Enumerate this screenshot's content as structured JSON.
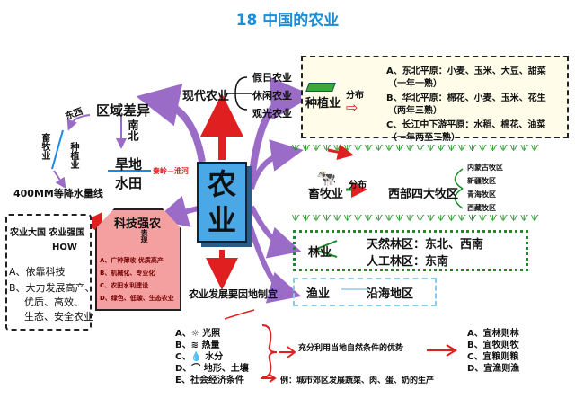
{
  "title": "18 中国的农业",
  "center": {
    "line1": "农",
    "line2": "业"
  },
  "region": {
    "title": "区域差异",
    "east_west": "东西",
    "south_north": "南北",
    "livestock": "畜牧业",
    "planting": "种植业",
    "isohyet": "400MM等降水量线",
    "dry": "旱地",
    "paddy": "水田",
    "divide": "秦岭—淮河"
  },
  "modern": {
    "title": "现代农业",
    "items": [
      "假日农业",
      "休闲农业",
      "观光农业"
    ]
  },
  "tech": {
    "title": "科技强农",
    "show": "表现",
    "items": [
      "A、广种薄收  优质高产",
      "B、机械化、专业化",
      "C、农田水利建设",
      "D、绿色、低碳、生态农业"
    ]
  },
  "strong": {
    "heading": "农业大国   农业强国",
    "how": "HOW",
    "a": "A、依靠科技",
    "b1": "B、大力发展高产、",
    "b2": "优质、高效、",
    "b3": "生态、安全农业"
  },
  "crop": {
    "title": "种植业",
    "dist": "分布",
    "items": [
      "A、东北平原：小麦、玉米、大豆、甜菜",
      "（一年一熟）",
      "B、华北平原：棉花、小麦、玉米、花生",
      "（两年三熟）",
      "C、长江中下游平原：水稻、棉花、油菜",
      "（一年两至三熟）"
    ]
  },
  "livestock": {
    "title": "畜牧业",
    "dist": "分布",
    "target": "西部四大牧区",
    "areas": [
      "内蒙古牧区",
      "新疆牧区",
      "青海牧区",
      "西藏牧区"
    ]
  },
  "forestry": {
    "title": "林业",
    "natural": "天然林区：东北、西南",
    "planted": "人工林区：东南"
  },
  "fishery": {
    "title": "渔业",
    "target": "沿海地区"
  },
  "adapt": {
    "title": "农业发展要因地制宜",
    "factors": [
      "A、☼ 光照",
      "B、≋ 热量",
      "C、💧 水分",
      "D、⌒ 地形、土壤",
      "E、社会经济条件"
    ],
    "advantage": "充分利用当地自然条件的优势",
    "results": [
      "A、宜林则林",
      "B、宜牧则牧",
      "C、宜粮则粮",
      "D、宜渔则渔"
    ],
    "example": "例：城市郊区发展蔬菜、肉、蛋、奶的生产"
  }
}
